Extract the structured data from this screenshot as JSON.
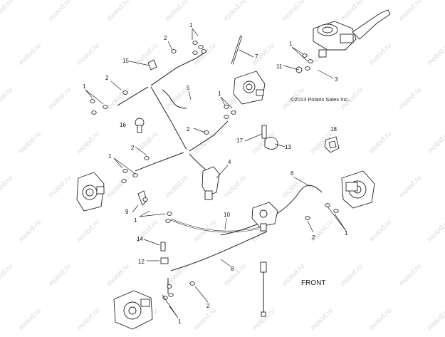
{
  "copyright": "©2013 Polaris Sales Inc.",
  "front_label": "FRONT",
  "watermark": "motod.ru",
  "callouts": [
    {
      "id": "c1a",
      "text": "1"
    },
    {
      "id": "c1b",
      "text": "1"
    },
    {
      "id": "c1c",
      "text": "1"
    },
    {
      "id": "c1d",
      "text": "1"
    },
    {
      "id": "c1e",
      "text": "1"
    },
    {
      "id": "c1f",
      "text": "1"
    },
    {
      "id": "c1g",
      "text": "1"
    },
    {
      "id": "c1h",
      "text": "1"
    },
    {
      "id": "c2a",
      "text": "2"
    },
    {
      "id": "c2b",
      "text": "2"
    },
    {
      "id": "c2c",
      "text": "2"
    },
    {
      "id": "c2d",
      "text": "2"
    },
    {
      "id": "c2e",
      "text": "2"
    },
    {
      "id": "c2f",
      "text": "2"
    },
    {
      "id": "c3",
      "text": "3"
    },
    {
      "id": "c4",
      "text": "4"
    },
    {
      "id": "c5",
      "text": "5"
    },
    {
      "id": "c6",
      "text": "6"
    },
    {
      "id": "c7",
      "text": "7"
    },
    {
      "id": "c8",
      "text": "8"
    },
    {
      "id": "c9",
      "text": "9"
    },
    {
      "id": "c10",
      "text": "10"
    },
    {
      "id": "c11",
      "text": "11"
    },
    {
      "id": "c12",
      "text": "12"
    },
    {
      "id": "c13",
      "text": "13"
    },
    {
      "id": "c14",
      "text": "14"
    },
    {
      "id": "c15",
      "text": "15"
    },
    {
      "id": "c16",
      "text": "16"
    },
    {
      "id": "c17",
      "text": "17"
    },
    {
      "id": "c18",
      "text": "18"
    }
  ]
}
